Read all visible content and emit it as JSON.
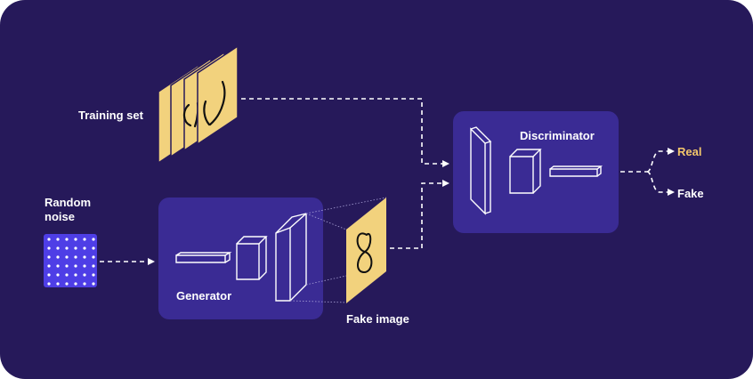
{
  "labels": {
    "training_set": "Training set",
    "random_noise": "Random noise",
    "generator": "Generator",
    "fake_image": "Fake image",
    "discriminator": "Discriminator",
    "real": "Real",
    "fake": "Fake"
  },
  "colors": {
    "background": "#26195a",
    "block": "#3a2b94",
    "card": "#f2d27d",
    "accent": "#f2c66b",
    "noise": "#4e3ee6"
  }
}
